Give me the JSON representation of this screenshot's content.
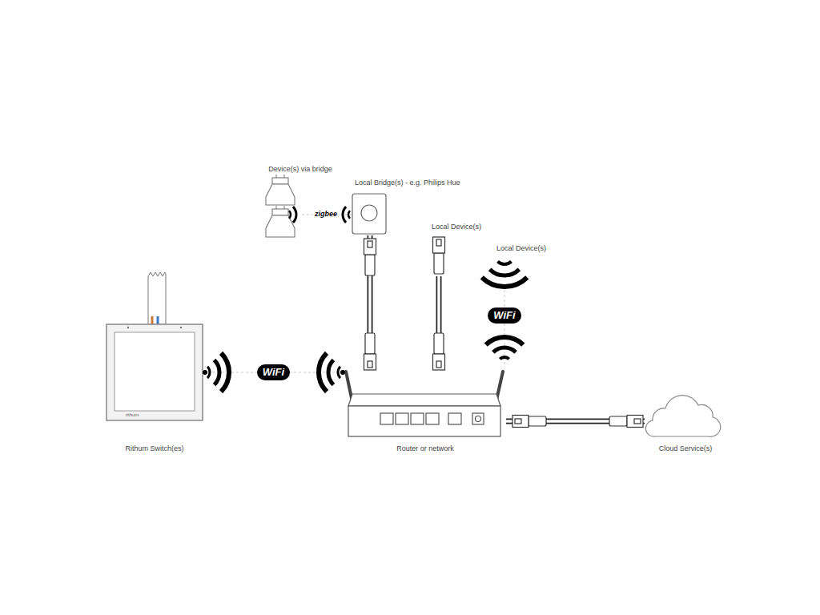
{
  "diagram": {
    "nodes": [
      {
        "text": [
          "Device(s) via bridge"
        ]
      },
      {
        "text": [
          "Local Bridge(s) - e.g. Philips Hue"
        ]
      },
      {
        "text": [
          "Local Device(s)"
        ]
      },
      {
        "text": [
          "Local Device(s)"
        ]
      },
      {
        "text": [
          "Rithum Switch(es)",
          "rithum"
        ]
      },
      {
        "text": [
          "Router or network"
        ]
      },
      {
        "text": [
          "Cloud Service(s)"
        ]
      }
    ],
    "edges": [
      {
        "from": 1,
        "to": 0,
        "arrow": "none",
        "label": "zigbee"
      },
      {
        "from": 1,
        "to": 5,
        "arrow": "none"
      },
      {
        "from": 2,
        "to": 5,
        "arrow": "none"
      },
      {
        "from": 3,
        "to": 5,
        "arrow": "none",
        "label": "WiFi"
      },
      {
        "from": 4,
        "to": 5,
        "arrow": "none",
        "label": "WiFi"
      },
      {
        "from": 5,
        "to": 6,
        "arrow": "none"
      }
    ]
  }
}
